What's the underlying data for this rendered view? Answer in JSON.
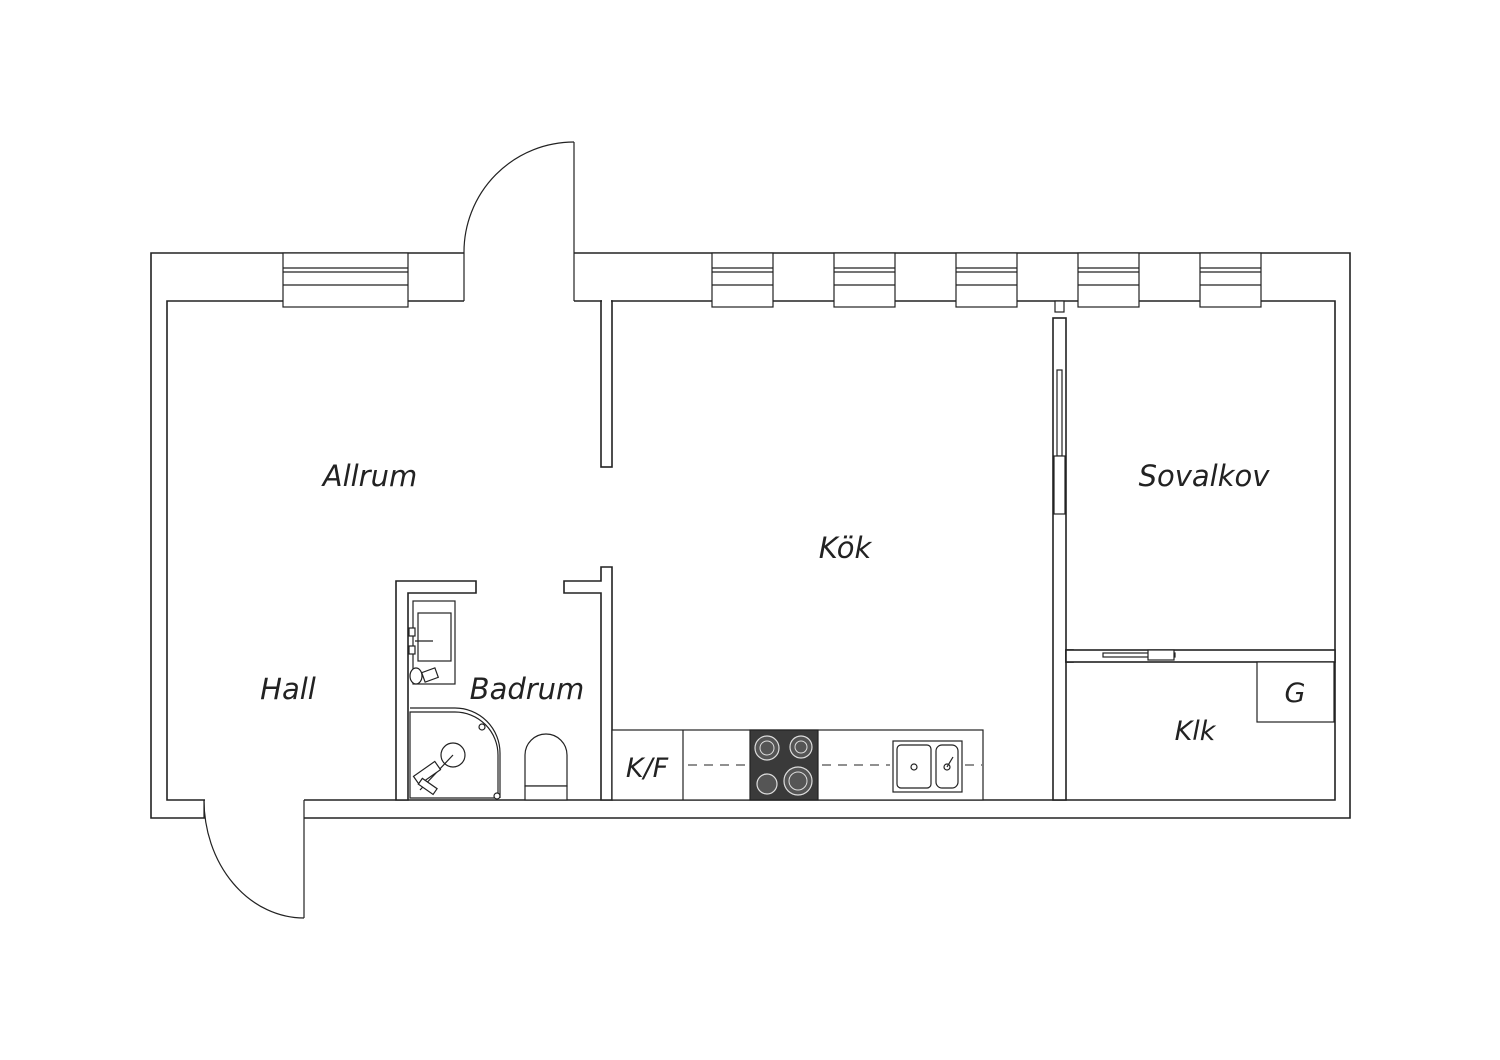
{
  "floorplan": {
    "rooms": {
      "allrum": "Allrum",
      "kok": "Kök",
      "sovalkov": "Sovalkov",
      "hall": "Hall",
      "badrum": "Badrum",
      "klk": "Klk",
      "kf": "K/F",
      "g": "G"
    }
  }
}
